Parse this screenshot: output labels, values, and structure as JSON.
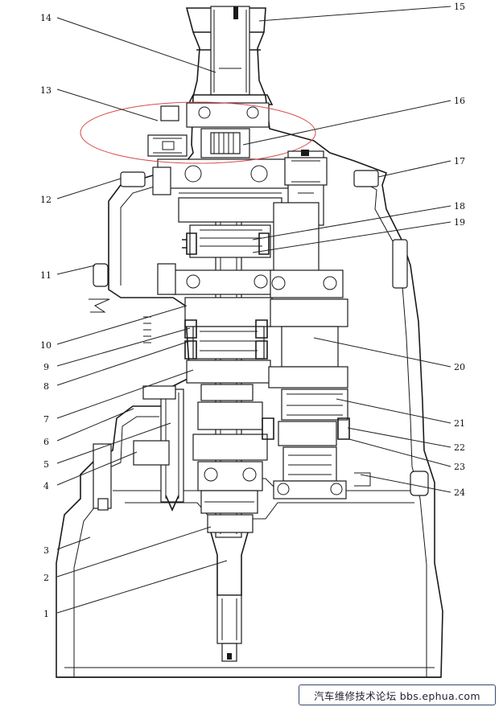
{
  "labels": {
    "l1": "1",
    "l2": "2",
    "l3": "3",
    "l4": "4",
    "l5": "5",
    "l6": "6",
    "l7": "7",
    "l8": "8",
    "l9": "9",
    "l10": "10",
    "l11": "11",
    "l12": "12",
    "l13": "13",
    "l14": "14",
    "l15": "15",
    "l16": "16",
    "l17": "17",
    "l18": "18",
    "l19": "19",
    "l20": "20",
    "l21": "21",
    "l22": "22",
    "l23": "23",
    "l24": "24"
  },
  "watermark": "汽车维修技术论坛 bbs.ephua.com",
  "highlight_color": "#d94a4a"
}
